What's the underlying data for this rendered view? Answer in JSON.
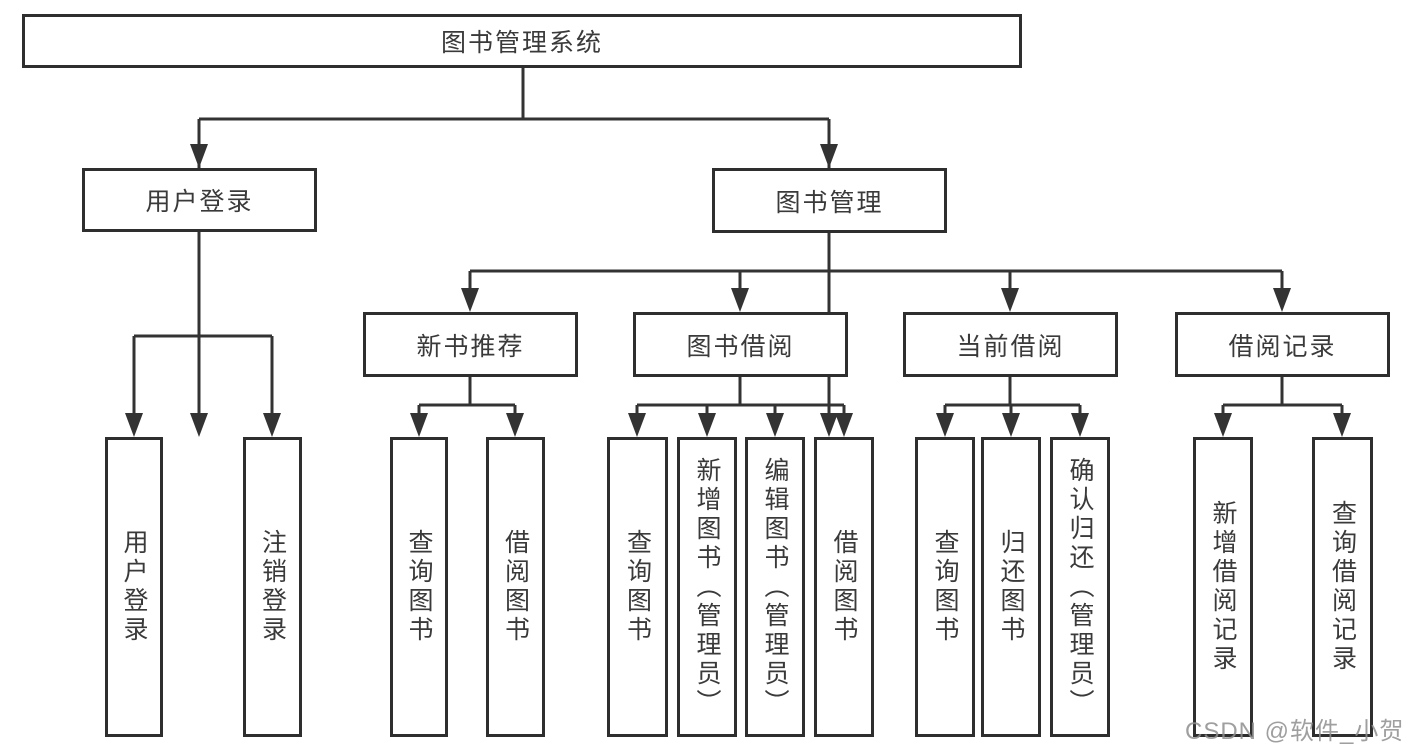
{
  "colors": {
    "line": "#333333",
    "box_border": "#2e2e2e",
    "text": "#3a3a3a",
    "watermark": "#8f8f8f"
  },
  "watermark": {
    "text": "CSDN @软件_小贺同学"
  },
  "tree": {
    "label": "图书管理系统",
    "children": [
      {
        "label": "用户登录",
        "children": [
          {
            "label": "用户登录"
          },
          {
            "label": "注销登录"
          }
        ]
      },
      {
        "label": "图书管理",
        "children": [
          {
            "label": "新书推荐",
            "children": [
              {
                "label": "查询图书"
              },
              {
                "label": "借阅图书"
              }
            ]
          },
          {
            "label": "图书借阅",
            "children": [
              {
                "label": "查询图书"
              },
              {
                "label": "新增图书（管理员）"
              },
              {
                "label": "编辑图书（管理员）"
              },
              {
                "label": "借阅图书"
              }
            ]
          },
          {
            "label": "当前借阅",
            "children": [
              {
                "label": "查询图书"
              },
              {
                "label": "归还图书"
              },
              {
                "label": "确认归还（管理员）"
              }
            ]
          },
          {
            "label": "借阅记录",
            "children": [
              {
                "label": "新增借阅记录"
              },
              {
                "label": "查询借阅记录"
              }
            ]
          }
        ]
      }
    ]
  }
}
